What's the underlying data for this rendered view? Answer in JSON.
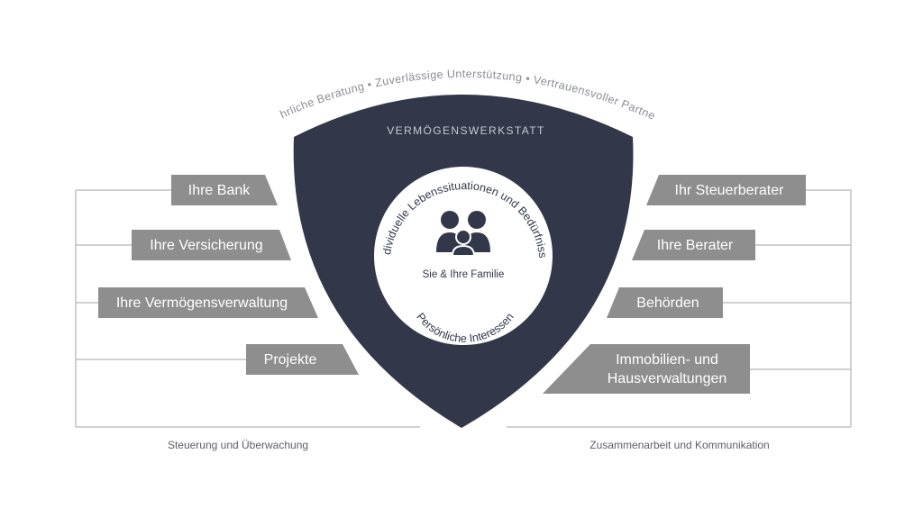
{
  "arc_text": {
    "item1": "Ehrliche Beratung",
    "item2": "Zuverlässige Unterstützung",
    "item3": "Vertrauensvoller Partner",
    "separator": "•"
  },
  "shield": {
    "title": "VERMÖGENSWERKSTATT",
    "arc_top": "Individuelle Lebenssituationen und Bedürfnisse",
    "center_label": "Sie & Ihre Familie",
    "arc_bottom": "Persönliche Interessen"
  },
  "left_items": [
    "Ihre Bank",
    "Ihre Versicherung",
    "Ihre Vermögensverwaltung",
    "Projekte"
  ],
  "right_items": [
    "Ihr Steuerberater",
    "Ihre Berater",
    "Behörden",
    "Immobilien- und",
    "Hausverwaltungen"
  ],
  "left_caption": "Steuerung und Überwachung",
  "right_caption": "Zusammenarbeit und Kommunikation",
  "colors": {
    "shield": "#323749",
    "box": "#8e8e8e",
    "line": "#c2c2c6",
    "arc_text": "#8a8c92"
  }
}
